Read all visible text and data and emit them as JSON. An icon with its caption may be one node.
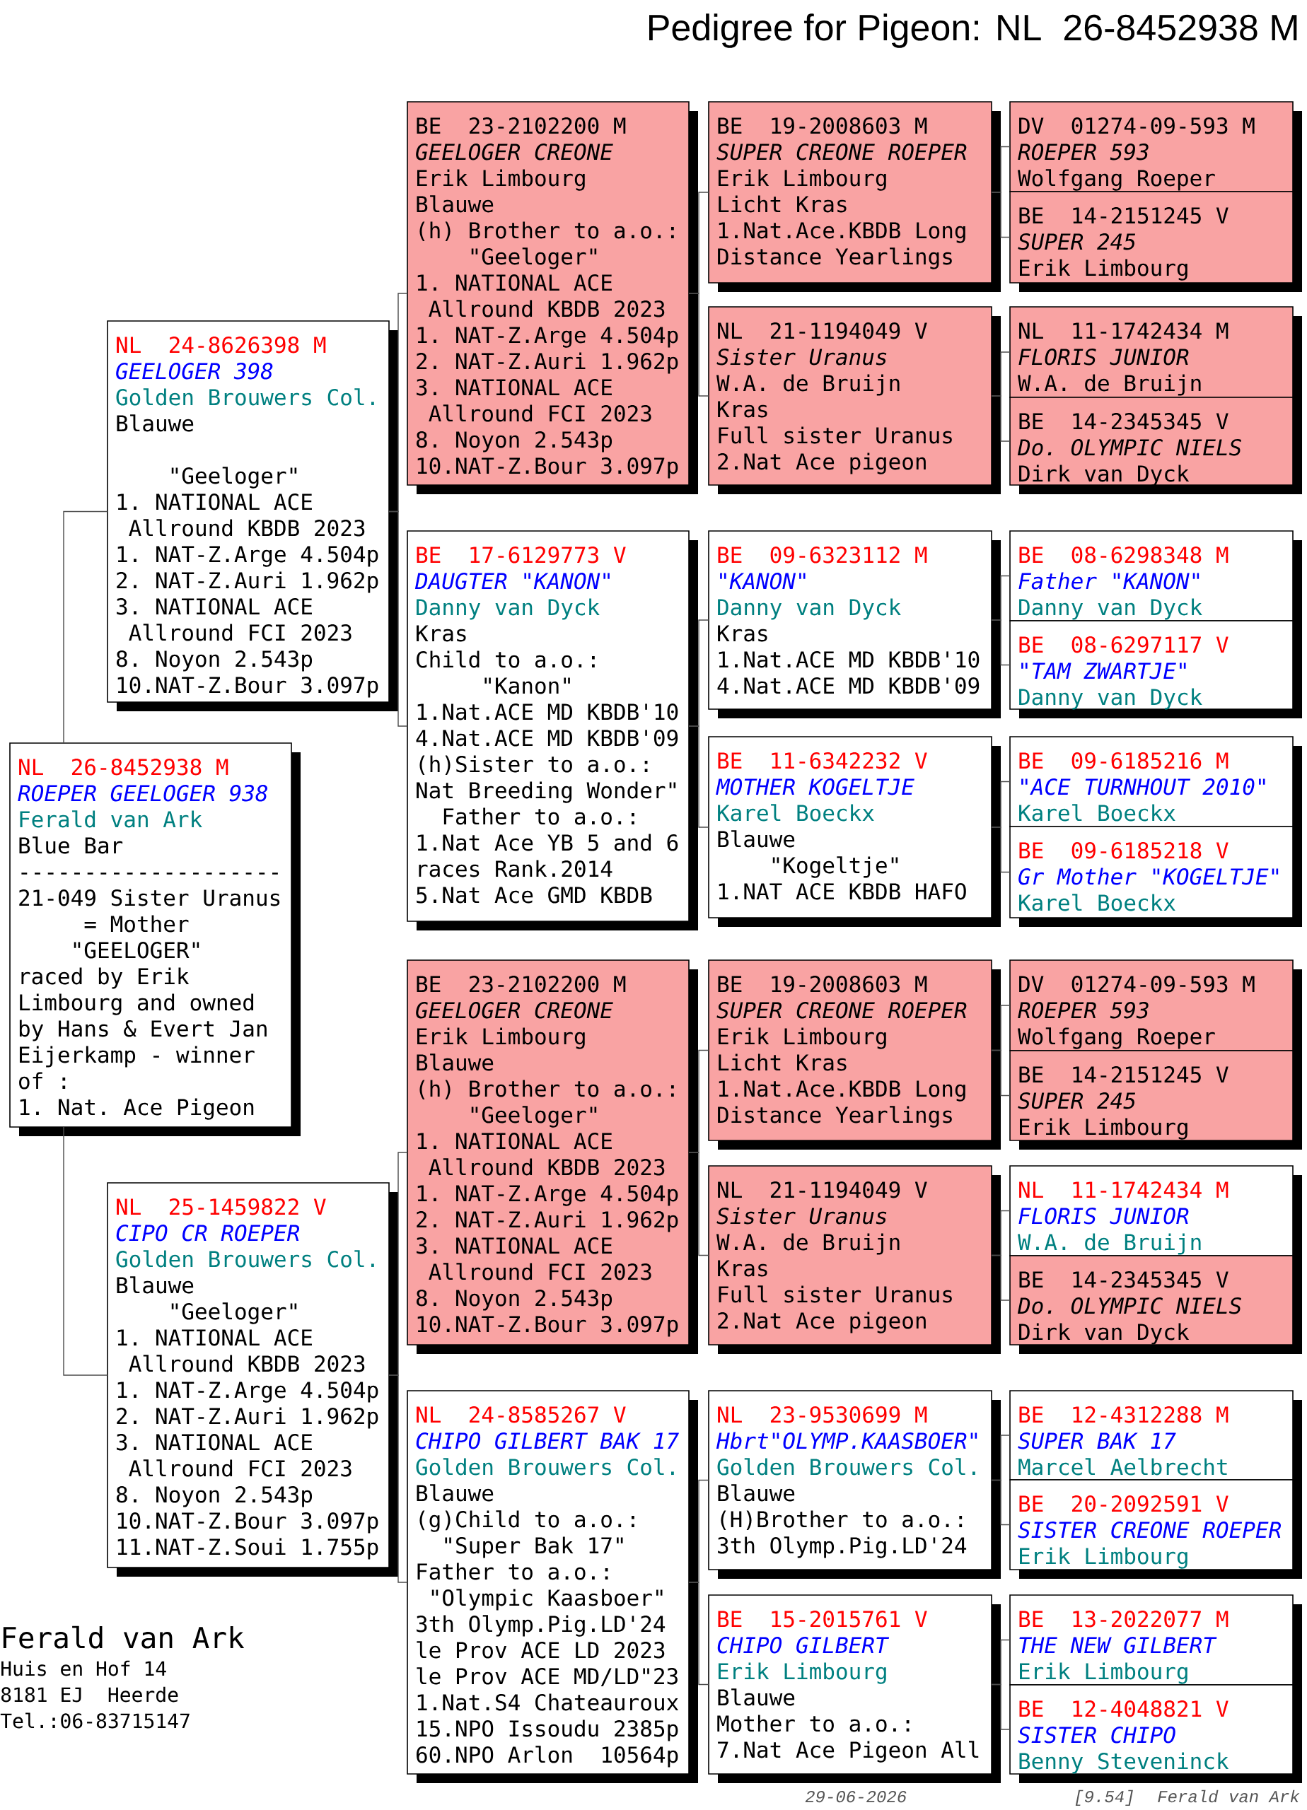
{
  "diagram": {
    "title": "Pedigree for Pigeon: NL  26-8452938 M",
    "nodes": [
      {
        "text": [
          "NL  26-8452938 M",
          "ROEPER GEELOGER 938",
          "Ferald van Ark",
          "Blue Bar",
          "--------------------",
          "21-049 Sister Uranus",
          "     = Mother",
          "    \"GEELOGER\"",
          "raced by Erik",
          "Limbourg and owned",
          "by Hans & Evert Jan",
          "Eijerkamp - winner",
          "of :",
          "1. Nat. Ace Pigeon"
        ]
      },
      {
        "text": [
          "NL  24-8626398 M",
          "GEELOGER 398",
          "Golden Brouwers Col.",
          "Blauwe",
          "    \"Geeloger\"",
          "1. NATIONAL ACE",
          " Allround KBDB 2023",
          "1. NAT-Z.Arge 4.504p",
          "2. NAT-Z.Auri 1.962p",
          "3. NATIONAL ACE",
          " Allround FCI 2023",
          "8. Noyon 2.543p",
          "10.NAT-Z.Bour 3.097p"
        ]
      },
      {
        "text": [
          "BE  23-2102200 M",
          "GEELOGER CREONE",
          "Erik Limbourg",
          "Blauwe",
          "(h) Brother to a.o.:",
          "    \"Geeloger\"",
          "1. NATIONAL ACE",
          " Allround KBDB 2023",
          "1. NAT-Z.Arge 4.504p",
          "2. NAT-Z.Auri 1.962p",
          "3. NATIONAL ACE",
          " Allround FCI 2023",
          "8. Noyon 2.543p",
          "10.NAT-Z.Bour 3.097p"
        ]
      },
      {
        "text": [
          "BE  19-2008603 M",
          "SUPER CREONE ROEPER",
          "Erik Limbourg",
          "Licht Kras",
          "1.Nat.Ace.KBDB Long",
          "Distance Yearlings"
        ]
      },
      {
        "text": [
          "DV  01274-09-593 M",
          "ROEPER 593",
          "Wolfgang Roeper"
        ]
      },
      {
        "text": [
          "BE  14-2151245 V",
          "SUPER 245",
          "Erik Limbourg"
        ]
      },
      {
        "text": [
          "NL  21-1194049 V",
          "Sister Uranus",
          "W.A. de Bruijn",
          "Kras",
          "Full sister Uranus",
          "2.Nat Ace pigeon"
        ]
      },
      {
        "text": [
          "NL  11-1742434 M",
          "FLORIS JUNIOR",
          "W.A. de Bruijn"
        ]
      },
      {
        "text": [
          "BE  14-2345345 V",
          "Do. OLYMPIC NIELS",
          "Dirk van Dyck"
        ]
      },
      {
        "text": [
          "BE  17-6129773 V",
          "DAUGTER \"KANON\"",
          "Danny van Dyck",
          "Kras",
          "Child to a.o.:",
          "     \"Kanon\"",
          "1.Nat.ACE MD KBDB'10",
          "4.Nat.ACE MD KBDB'09",
          "(h)Sister to a.o.:",
          "Nat Breeding Wonder\"",
          "  Father to a.o.:",
          "1.Nat Ace YB 5 and 6",
          "races Rank.2014",
          "5.Nat Ace GMD KBDB"
        ]
      },
      {
        "text": [
          "BE  09-6323112 M",
          "\"KANON\"",
          "Danny van Dyck",
          "Kras",
          "1.Nat.ACE MD KBDB'10",
          "4.Nat.ACE MD KBDB'09"
        ]
      },
      {
        "text": [
          "BE  08-6298348 M",
          "Father \"KANON\"",
          "Danny van Dyck"
        ]
      },
      {
        "text": [
          "BE  08-6297117 V",
          "\"TAM ZWARTJE\"",
          "Danny van Dyck"
        ]
      },
      {
        "text": [
          "BE  11-6342232 V",
          "MOTHER KOGELTJE",
          "Karel Boeckx",
          "Blauwe",
          "    \"Kogeltje\"",
          "1.NAT ACE KBDB HAFO"
        ]
      },
      {
        "text": [
          "BE  09-6185216 M",
          "\"ACE TURNHOUT 2010\"",
          "Karel Boeckx"
        ]
      },
      {
        "text": [
          "BE  09-6185218 V",
          "Gr Mother \"KOGELTJE\"",
          "Karel Boeckx"
        ]
      },
      {
        "text": [
          "NL  25-1459822 V",
          "CIPO CR ROEPER",
          "Golden Brouwers Col.",
          "Blauwe",
          "    \"Geeloger\"",
          "1. NATIONAL ACE",
          " Allround KBDB 2023",
          "1. NAT-Z.Arge 4.504p",
          "2. NAT-Z.Auri 1.962p",
          "3. NATIONAL ACE",
          " Allround FCI 2023",
          "8. Noyon 2.543p",
          "10.NAT-Z.Bour 3.097p",
          "11.NAT-Z.Soui 1.755p"
        ]
      },
      {
        "text": [
          "BE  23-2102200 M",
          "GEELOGER CREONE",
          "Erik Limbourg",
          "Blauwe",
          "(h) Brother to a.o.:",
          "    \"Geeloger\"",
          "1. NATIONAL ACE",
          " Allround KBDB 2023",
          "1. NAT-Z.Arge 4.504p",
          "2. NAT-Z.Auri 1.962p",
          "3. NATIONAL ACE",
          " Allround FCI 2023",
          "8. Noyon 2.543p",
          "10.NAT-Z.Bour 3.097p"
        ]
      },
      {
        "text": [
          "BE  19-2008603 M",
          "SUPER CREONE ROEPER",
          "Erik Limbourg",
          "Licht Kras",
          "1.Nat.Ace.KBDB Long",
          "Distance Yearlings"
        ]
      },
      {
        "text": [
          "DV  01274-09-593 M",
          "ROEPER 593",
          "Wolfgang Roeper"
        ]
      },
      {
        "text": [
          "BE  14-2151245 V",
          "SUPER 245",
          "Erik Limbourg"
        ]
      },
      {
        "text": [
          "NL  21-1194049 V",
          "Sister Uranus",
          "W.A. de Bruijn",
          "Kras",
          "Full sister Uranus",
          "2.Nat Ace pigeon"
        ]
      },
      {
        "text": [
          "NL  11-1742434 M",
          "FLORIS JUNIOR",
          "W.A. de Bruijn"
        ]
      },
      {
        "text": [
          "BE  14-2345345 V",
          "Do. OLYMPIC NIELS",
          "Dirk van Dyck"
        ]
      },
      {
        "text": [
          "NL  24-8585267 V",
          "CHIPO GILBERT BAK 17",
          "Golden Brouwers Col.",
          "Blauwe",
          "(g)Child to a.o.:",
          "  \"Super Bak 17\"",
          "Father to a.o.:",
          " \"Olympic Kaasboer\"",
          "3th Olymp.Pig.LD'24",
          "le Prov ACE LD 2023",
          "le Prov ACE MD/LD\"23",
          "1.Nat.S4 Chateauroux",
          "15.NPO Issoudu 2385p",
          "60.NPO Arlon  10564p"
        ]
      },
      {
        "text": [
          "NL  23-9530699 M",
          "Hbrt\"OLYMP.KAASBOER\"",
          "Golden Brouwers Col.",
          "Blauwe",
          "(H)Brother to a.o.:",
          "3th Olymp.Pig.LD'24"
        ]
      },
      {
        "text": [
          "BE  12-4312288 M",
          "SUPER BAK 17",
          "Marcel Aelbrecht"
        ]
      },
      {
        "text": [
          "BE  20-2092591 V",
          "SISTER CREONE ROEPER",
          "Erik Limbourg"
        ]
      },
      {
        "text": [
          "BE  15-2015761 V",
          "CHIPO GILBERT",
          "Erik Limbourg",
          "Blauwe",
          "Mother to a.o.:",
          "7.Nat Ace Pigeon All"
        ]
      },
      {
        "text": [
          "BE  13-2022077 M",
          "THE NEW GILBERT",
          "Erik Limbourg"
        ]
      },
      {
        "text": [
          "BE  12-4048821 V",
          "SISTER CHIPO",
          "Benny Steveninck"
        ]
      }
    ],
    "edges": [
      {
        "from": 0,
        "to": 1,
        "arrow": "none"
      },
      {
        "from": 0,
        "to": 16,
        "arrow": "none"
      },
      {
        "from": 1,
        "to": 2,
        "arrow": "none"
      },
      {
        "from": 1,
        "to": 9,
        "arrow": "none"
      },
      {
        "from": 2,
        "to": 3,
        "arrow": "none"
      },
      {
        "from": 2,
        "to": 6,
        "arrow": "none"
      },
      {
        "from": 3,
        "to": 4,
        "arrow": "none"
      },
      {
        "from": 3,
        "to": 5,
        "arrow": "none"
      },
      {
        "from": 6,
        "to": 7,
        "arrow": "none"
      },
      {
        "from": 6,
        "to": 8,
        "arrow": "none"
      },
      {
        "from": 9,
        "to": 10,
        "arrow": "none"
      },
      {
        "from": 9,
        "to": 13,
        "arrow": "none"
      },
      {
        "from": 10,
        "to": 11,
        "arrow": "none"
      },
      {
        "from": 10,
        "to": 12,
        "arrow": "none"
      },
      {
        "from": 13,
        "to": 14,
        "arrow": "none"
      },
      {
        "from": 13,
        "to": 15,
        "arrow": "none"
      },
      {
        "from": 16,
        "to": 17,
        "arrow": "none"
      },
      {
        "from": 16,
        "to": 24,
        "arrow": "none"
      },
      {
        "from": 17,
        "to": 18,
        "arrow": "none"
      },
      {
        "from": 17,
        "to": 21,
        "arrow": "none"
      },
      {
        "from": 18,
        "to": 19,
        "arrow": "none"
      },
      {
        "from": 18,
        "to": 20,
        "arrow": "none"
      },
      {
        "from": 21,
        "to": 22,
        "arrow": "none"
      },
      {
        "from": 21,
        "to": 23,
        "arrow": "none"
      },
      {
        "from": 24,
        "to": 25,
        "arrow": "none"
      },
      {
        "from": 24,
        "to": 28,
        "arrow": "none"
      },
      {
        "from": 25,
        "to": 26,
        "arrow": "none"
      },
      {
        "from": 25,
        "to": 27,
        "arrow": "none"
      },
      {
        "from": 28,
        "to": 29,
        "arrow": "none"
      },
      {
        "from": 28,
        "to": 30,
        "arrow": "none"
      }
    ],
    "labels": [
      "Ferald van Ark",
      "Huis en Hof 14",
      "8181 EJ  Heerde",
      "Tel.:06-83715147",
      "29-06-2026",
      "[9.54]",
      "Ferald van Ark"
    ]
  }
}
